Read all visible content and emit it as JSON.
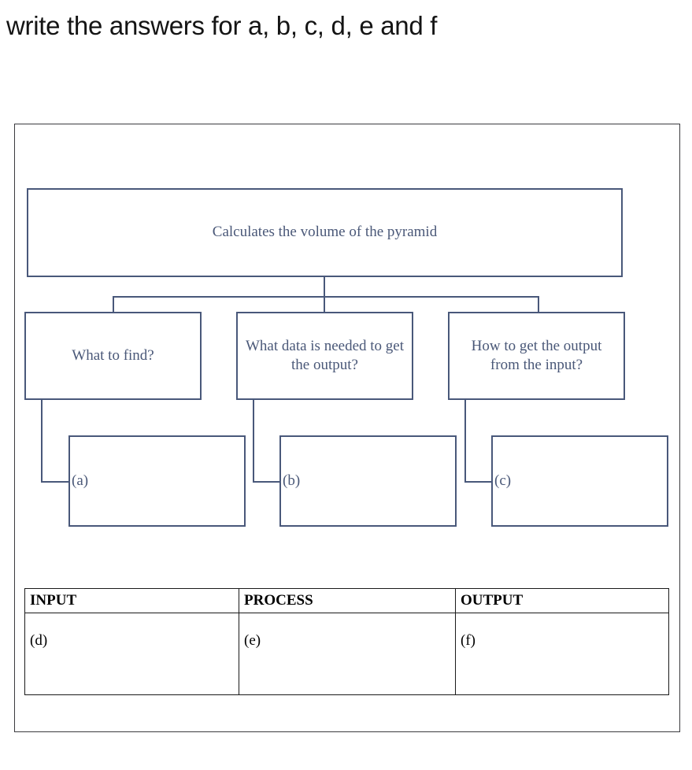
{
  "heading": {
    "text": "write the answers for a, b, c, d, e and f"
  },
  "colors": {
    "diagram_border": "#49587a",
    "diagram_text": "#4a5878",
    "frame_border": "#3b3b3f",
    "table_border": "#1a1a1a",
    "table_text": "#000000",
    "heading_text": "#141414",
    "page_background": "#ffffff"
  },
  "worksheet": {
    "root_box": {
      "label": "Calculates the volume of the pyramid"
    },
    "question_boxes": [
      {
        "label": "What to find?"
      },
      {
        "label": "What data is needed to get the output?"
      },
      {
        "label": "How to get the output from the input?"
      }
    ],
    "answer_boxes": [
      {
        "label": "(a)",
        "value": ""
      },
      {
        "label": "(b)",
        "value": ""
      },
      {
        "label": "(c)",
        "value": ""
      }
    ],
    "io_table": {
      "headers": [
        "INPUT",
        "PROCESS",
        "OUTPUT"
      ],
      "rows": [
        [
          {
            "label": "(d)",
            "value": ""
          },
          {
            "label": "(e)",
            "value": ""
          },
          {
            "label": "(f)",
            "value": ""
          }
        ]
      ]
    }
  }
}
